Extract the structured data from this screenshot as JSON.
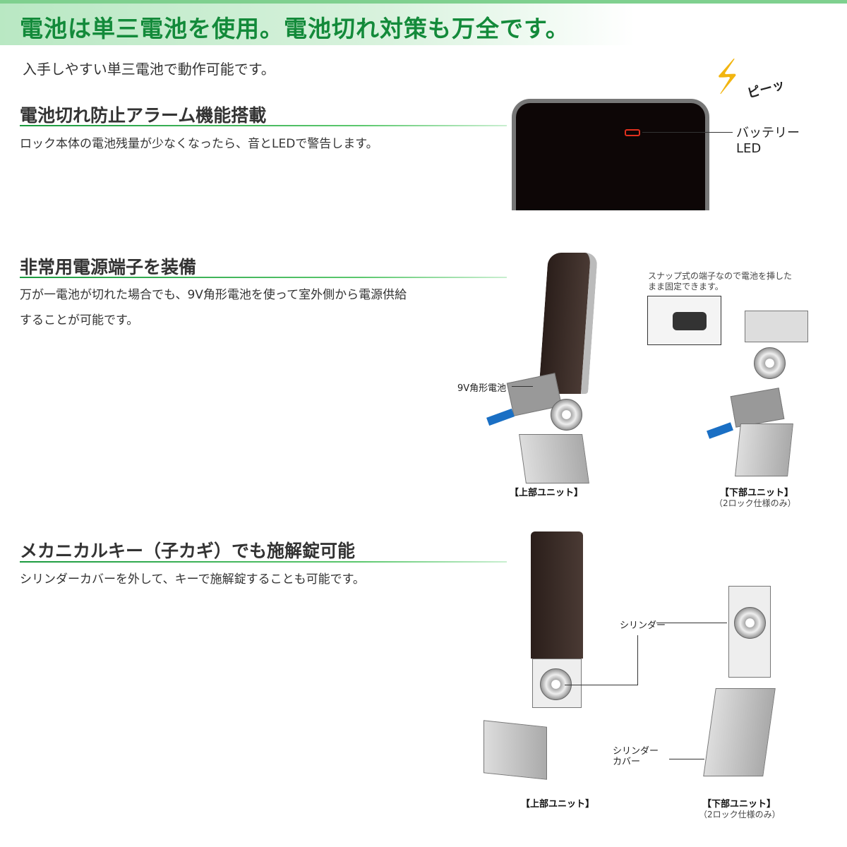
{
  "banner": {
    "title": "電池は単三電池を使用。電池切れ対策も万全です。"
  },
  "lead": "入手しやすい単三電池で動作可能です。",
  "sections": [
    {
      "title": "電池切れ防止アラーム機能搭載",
      "body": [
        "ロック本体の電池残量が少なくなったら、音とLEDで警告します。"
      ]
    },
    {
      "title": "非常用電源端子を装備",
      "body": [
        "万が一電池が切れた場合でも、9V角形電池を使って室外側から電源供給",
        "することが可能です。"
      ]
    },
    {
      "title": "メカニカルキー（子カギ）でも施解錠可能",
      "body": [
        "シリンダーカバーを外して、キーで施解錠することも可能です。"
      ]
    }
  ],
  "figure1": {
    "sound": "ピーッ",
    "led_label_1": "バッテリー",
    "led_label_2": "LED",
    "led_color": "#e0301e"
  },
  "figure2": {
    "note_1": "スナップ式の端子なので電池を挿した",
    "note_2": "まま固定できます。",
    "battery_label": "9V角形電池",
    "upper_caption": "【上部ユニット】",
    "lower_caption": "【下部ユニット】",
    "lower_note": "（2ロック仕様のみ）",
    "arrow_color": "#1a6fc4"
  },
  "figure3": {
    "cylinder_label": "シリンダー",
    "cover_label_1": "シリンダー",
    "cover_label_2": "カバー",
    "upper_caption": "【上部ユニット】",
    "lower_caption": "【下部ユニット】",
    "lower_note": "（2ロック仕様のみ）"
  }
}
